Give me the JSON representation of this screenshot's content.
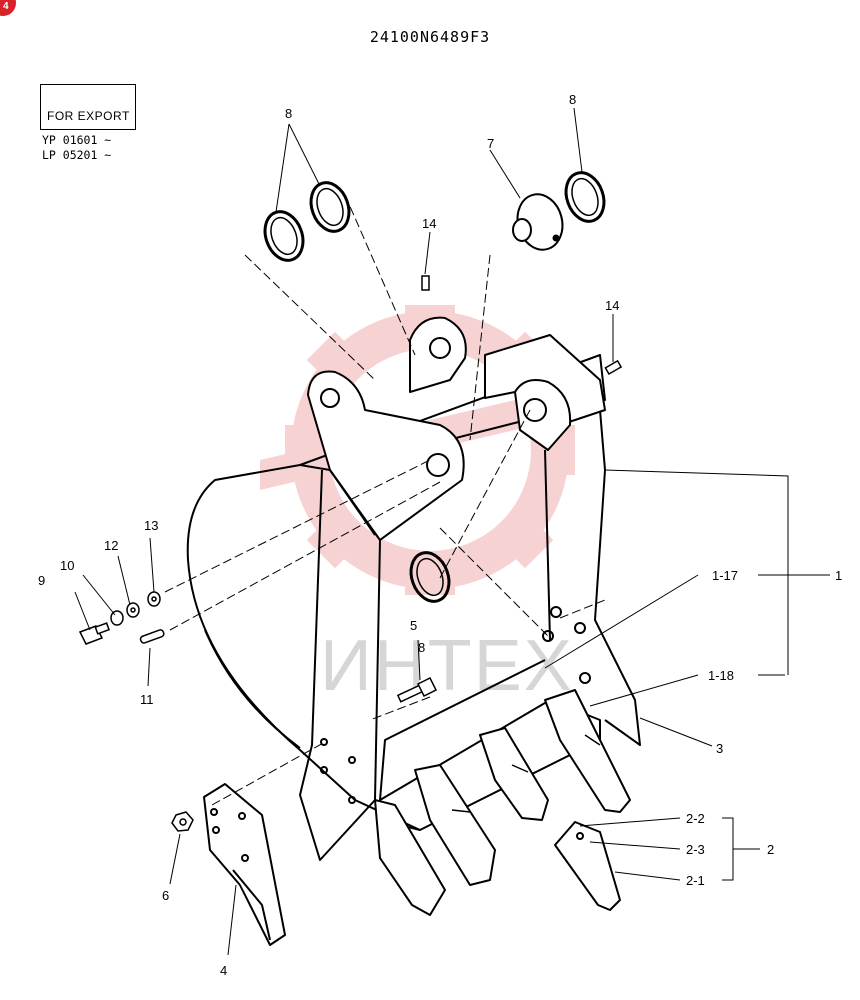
{
  "header": {
    "part_number": "24100N6489F3",
    "badge_text": "4"
  },
  "export_note": {
    "label": "FOR EXPORT",
    "serials": [
      "YP 01601 ~",
      "LP 05201 ~"
    ]
  },
  "watermark": {
    "text": "ИНТЕХ",
    "color": "#f4c4c4"
  },
  "callouts": {
    "c1": "1",
    "c1_17": "1-17",
    "c1_18": "1-18",
    "c2": "2",
    "c2_1": "2-1",
    "c2_2": "2-2",
    "c2_3": "2-3",
    "c3": "3",
    "c4": "4",
    "c5": "5",
    "c6": "6",
    "c7": "7",
    "c8_left": "8",
    "c8_right": "8",
    "c8_lower": "8",
    "c9": "9",
    "c10": "10",
    "c11": "11",
    "c12": "12",
    "c13": "13",
    "c14_left": "14",
    "c14_right": "14"
  },
  "colors": {
    "ink": "#000000",
    "watermark_gear": "#f4c4c4",
    "watermark_text": "#d6d6d6",
    "badge": "#d8232a"
  }
}
